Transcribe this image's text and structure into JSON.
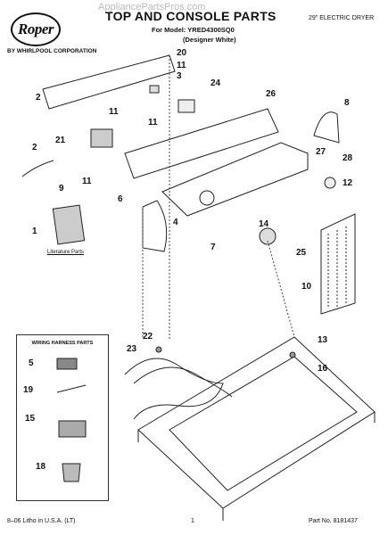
{
  "header": {
    "watermark": "AppliancePartsPros.com",
    "brand": "Roper",
    "brand_sub": "BY WHIRLPOOL CORPORATION",
    "title": "TOP AND CONSOLE PARTS",
    "model_line": "For Model: YRED4300SQ0",
    "variant": "(Designer White)",
    "product": "29\" ELECTRIC DRYER"
  },
  "callouts": [
    "20",
    "11",
    "3",
    "2",
    "24",
    "26",
    "8",
    "11",
    "2",
    "21",
    "11",
    "27",
    "28",
    "12",
    "9",
    "11",
    "6",
    "4",
    "14",
    "1",
    "7",
    "25",
    "10",
    "22",
    "13",
    "23",
    "16",
    "5",
    "19",
    "15",
    "18"
  ],
  "labels": {
    "literature": "Literature Parts",
    "harness_box_title": "WIRING HARNESS PARTS"
  },
  "footer": {
    "left": "8–06 Litho in U.S.A. (LT)",
    "page": "1",
    "part_no": "Part No. 8181437"
  }
}
